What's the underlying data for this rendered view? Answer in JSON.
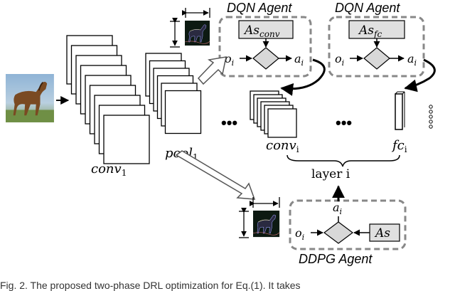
{
  "agents": {
    "dqn_conv": {
      "title": "DQN Agent",
      "action_space": "As",
      "action_space_sub": "conv",
      "obs": "o",
      "obs_sub": "i",
      "act": "a",
      "act_sub": "i"
    },
    "dqn_fc": {
      "title": "DQN Agent",
      "action_space": "As",
      "action_space_sub": "fc",
      "obs": "o",
      "obs_sub": "i",
      "act": "a",
      "act_sub": "i"
    },
    "ddpg": {
      "title": "DDPG Agent",
      "action_space": "As",
      "obs": "o",
      "obs_sub": "i",
      "act": "a",
      "act_sub": "i"
    }
  },
  "labels": {
    "conv1": "conv",
    "conv1_sub": "1",
    "pool1": "pool",
    "pool1_sub": "1",
    "convi": "conv",
    "convi_sub": "i",
    "fci": "fc",
    "fci_sub": "i",
    "ellipsis": "•••",
    "layer": "layer i"
  },
  "caption": "Fig. 2. The proposed two-phase DRL optimization for Eq.(1). It takes"
}
